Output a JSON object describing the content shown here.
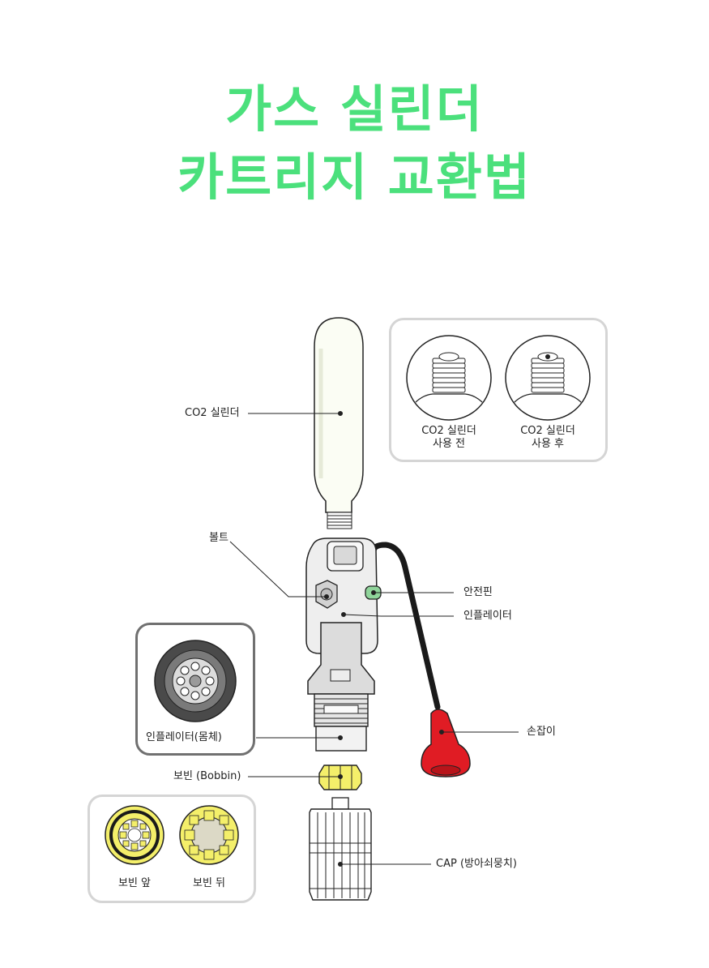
{
  "title": {
    "line1": "가스 실린더",
    "line2": "카트리지 교환법"
  },
  "colors": {
    "title": "#4be07c",
    "safety_pin": "#8fd49a",
    "handle": "#e01c24",
    "bobbin": "#f4ef6a",
    "panel_border": "#d5d5d5",
    "panel_border_dark": "#707070"
  },
  "labels": {
    "co2_cylinder": "CO2 실린더",
    "bolt": "볼트",
    "safety_pin": "안전핀",
    "inflator": "인플레이터",
    "inflator_body": "인플레이터(몸체)",
    "handle": "손잡이",
    "bobbin": "보빈 (Bobbin)",
    "cap": "CAP (방아쇠뭉치)"
  },
  "insets": {
    "cylinder_before": {
      "line1": "CO2 실린더",
      "line2": "사용 전"
    },
    "cylinder_after": {
      "line1": "CO2 실린더",
      "line2": "사용 후"
    },
    "bobbin_front": "보빈 앞",
    "bobbin_back": "보빈 뒤"
  }
}
